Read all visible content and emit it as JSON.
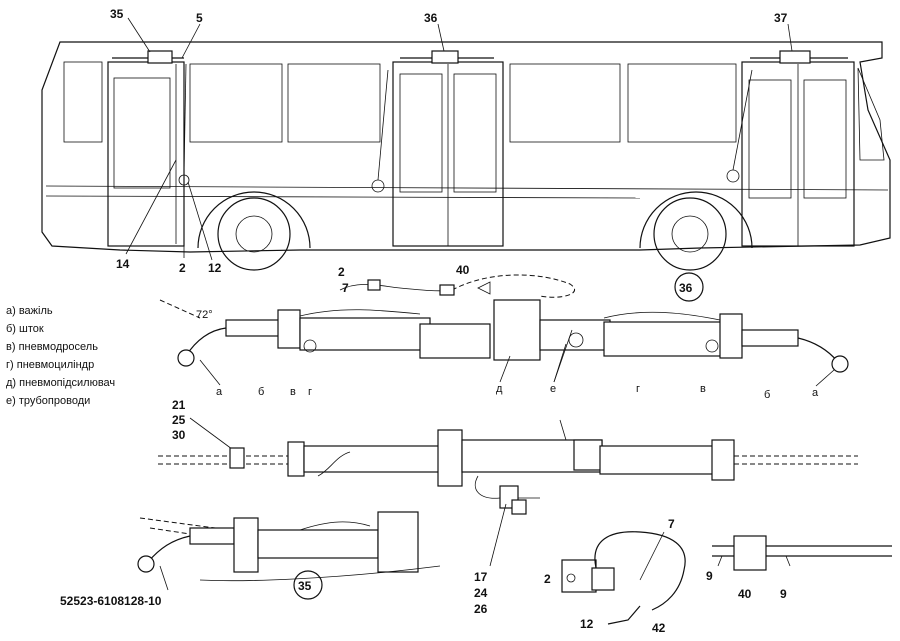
{
  "bus_callouts": {
    "c35": "35",
    "c5": "5",
    "c36": "36",
    "c37": "37",
    "c14": "14",
    "c2": "2",
    "c12": "12"
  },
  "scheme_callouts": {
    "c2": "2",
    "c7": "7",
    "c40": "40",
    "c36_circle": "36",
    "c21": "21",
    "c25": "25",
    "c30": "30",
    "c35_circle": "35",
    "c17": "17",
    "c24": "24",
    "c26": "26"
  },
  "angle_mark": "72°",
  "legend": [
    "а) важіль",
    "б) шток",
    "в) пневмодросель",
    "г) пневмоциліндр",
    "д) пневмопідсилювач",
    "е) трубопроводи"
  ],
  "letters": {
    "a1": "а",
    "b1": "б",
    "v1": "в",
    "g1": "г",
    "d": "д",
    "e": "е",
    "g2": "г",
    "v2": "в",
    "b2": "б",
    "a2": "а"
  },
  "part_number": "52523-6108128-10",
  "detail": {
    "c2": "2",
    "c7": "7",
    "c12": "12",
    "c42": "42",
    "c9a": "9",
    "c40": "40",
    "c9b": "9"
  }
}
